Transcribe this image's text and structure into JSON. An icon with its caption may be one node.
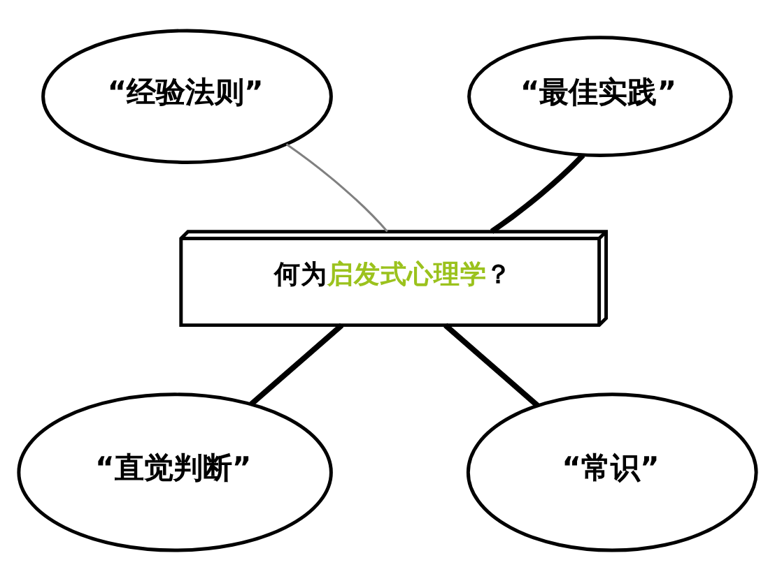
{
  "diagram": {
    "nodes": [
      {
        "text": [
          "“经验法则”"
        ]
      },
      {
        "text": [
          "“最佳实践”"
        ]
      },
      {
        "text": [
          "何为启发式心理学？"
        ]
      },
      {
        "text": [
          "“直觉判断”"
        ]
      },
      {
        "text": [
          "“常识”"
        ]
      }
    ],
    "edges": [
      {
        "from": 2,
        "to": 0,
        "arrow": "none",
        "color": "#808080"
      },
      {
        "from": 2,
        "to": 1,
        "arrow": "none"
      },
      {
        "from": 2,
        "to": 3,
        "arrow": "none"
      },
      {
        "from": 2,
        "to": 4,
        "arrow": "none"
      }
    ]
  }
}
